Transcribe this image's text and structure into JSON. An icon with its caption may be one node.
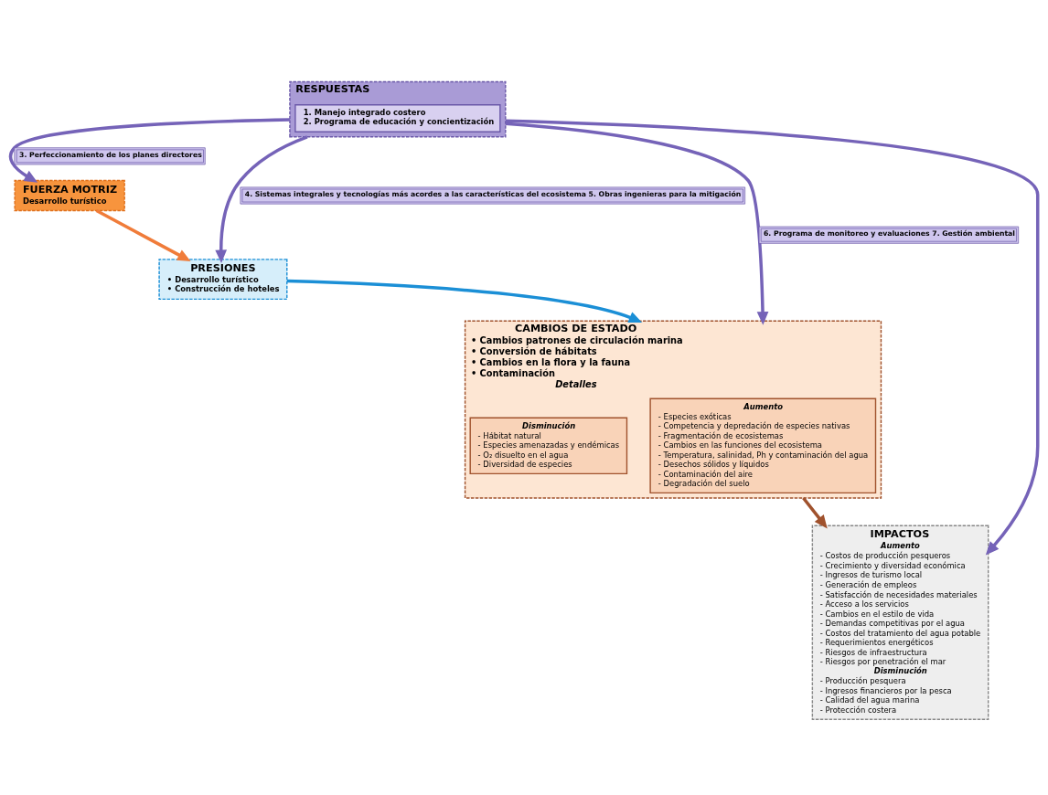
{
  "diagram": {
    "nodes": [
      {
        "text": [
          "FUERZA MOTRIZ",
          "Desarrollo turístico"
        ]
      },
      {
        "text": [
          "RESPUESTAS"
        ]
      },
      {
        "text": [
          "1. Manejo integrado costero",
          "2. Programa de educación y concientización"
        ],
        "in": 1
      },
      {
        "text": [
          "PRESIONES",
          "• Desarrollo turístico",
          "• Construcción de hoteles"
        ]
      },
      {
        "text": [
          "CAMBIOS DE ESTADO",
          "• Cambios patrones de circulación marina",
          "• Conversión de hábitats",
          "• Cambios en la flora y la fauna",
          "• Contaminación",
          "Detalles"
        ]
      },
      {
        "text": [
          "Aumento",
          "- Especies exóticas",
          "- Competencia y depredación de especies nativas",
          "- Fragmentación de ecosistemas",
          "- Cambios en las funciones del ecosistema",
          "- Temperatura, salinidad, Ph y contaminación del agua",
          "- Desechos sólidos y líquidos",
          "- Contaminación del aire",
          "- Degradación del suelo"
        ],
        "in": 4
      },
      {
        "text": [
          "Disminución",
          "- Hábitat natural",
          "- Especies amenazadas y endémicas",
          "- O₂ disuelto en el agua",
          "- Diversidad de especies"
        ],
        "in": 4
      },
      {
        "text": [
          "IMPACTOS",
          "Aumento",
          "- Costos de producción pesqueros",
          "- Crecimiento y diversidad económica",
          "- Ingresos de turismo local",
          "- Generación de empleos",
          "- Satisfacción de necesidades materiales",
          "- Acceso a los servicios",
          "- Cambios en el estilo de vida",
          "- Demandas competitivas por el agua",
          "- Costos del tratamiento del agua potable",
          "- Requerimientos energéticos",
          "- Riesgos de infraestructura",
          "- Riesgos por penetración el mar",
          "Disminución",
          "- Producción pesquera",
          "- Ingresos financieros por la pesca",
          "- Calidad del agua marina",
          "- Protección costera"
        ]
      }
    ],
    "edges": [
      {
        "from": 1,
        "to": 0,
        "arrow": "to",
        "label": "3. Perfeccionamiento de los planes directores"
      },
      {
        "from": 0,
        "to": 3,
        "arrow": "to",
        "color": "#f07c3a"
      },
      {
        "from": 1,
        "to": 3,
        "arrow": "to",
        "label": "4. Sistemas integrales y tecnologías más acordes a las características del ecosistema 5. Obras ingenieras para la mitigación"
      },
      {
        "from": 1,
        "to": 4,
        "arrow": "to",
        "label": "6. Programa de monitoreo y evaluaciones 7. Gestión ambiental"
      },
      {
        "from": 1,
        "to": 7,
        "arrow": "to"
      },
      {
        "from": 3,
        "to": 4,
        "arrow": "to",
        "color": "#1b8fd6"
      },
      {
        "from": 4,
        "to": 7,
        "arrow": "to",
        "color": "#a0522d"
      }
    ]
  }
}
